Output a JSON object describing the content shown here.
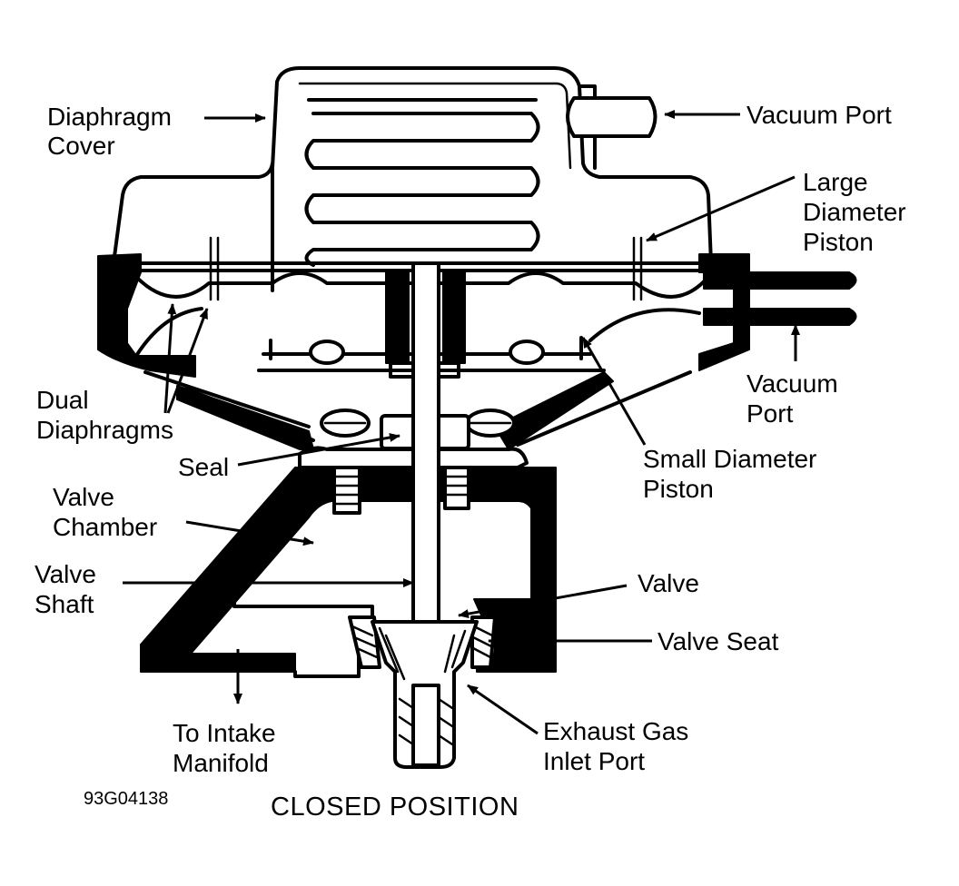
{
  "labels": {
    "diaphragm_cover_l1": "Diaphragm",
    "diaphragm_cover_l2": "Cover",
    "vacuum_port_top": "Vacuum Port",
    "large_piston_l1": "Large",
    "large_piston_l2": "Diameter",
    "large_piston_l3": "Piston",
    "vacuum_port_side_l1": "Vacuum",
    "vacuum_port_side_l2": "Port",
    "dual_diaphragms_l1": "Dual",
    "dual_diaphragms_l2": "Diaphragms",
    "seal": "Seal",
    "small_piston_l1": "Small Diameter",
    "small_piston_l2": "Piston",
    "valve_chamber_l1": "Valve",
    "valve_chamber_l2": "Chamber",
    "valve_shaft_l1": "Valve",
    "valve_shaft_l2": "Shaft",
    "valve": "Valve",
    "valve_seat": "Valve Seat",
    "to_intake_l1": "To Intake",
    "to_intake_l2": "Manifold",
    "exhaust_l1": "Exhaust Gas",
    "exhaust_l2": "Inlet Port"
  },
  "figure_code": "93G04138",
  "caption": "CLOSED POSITION"
}
